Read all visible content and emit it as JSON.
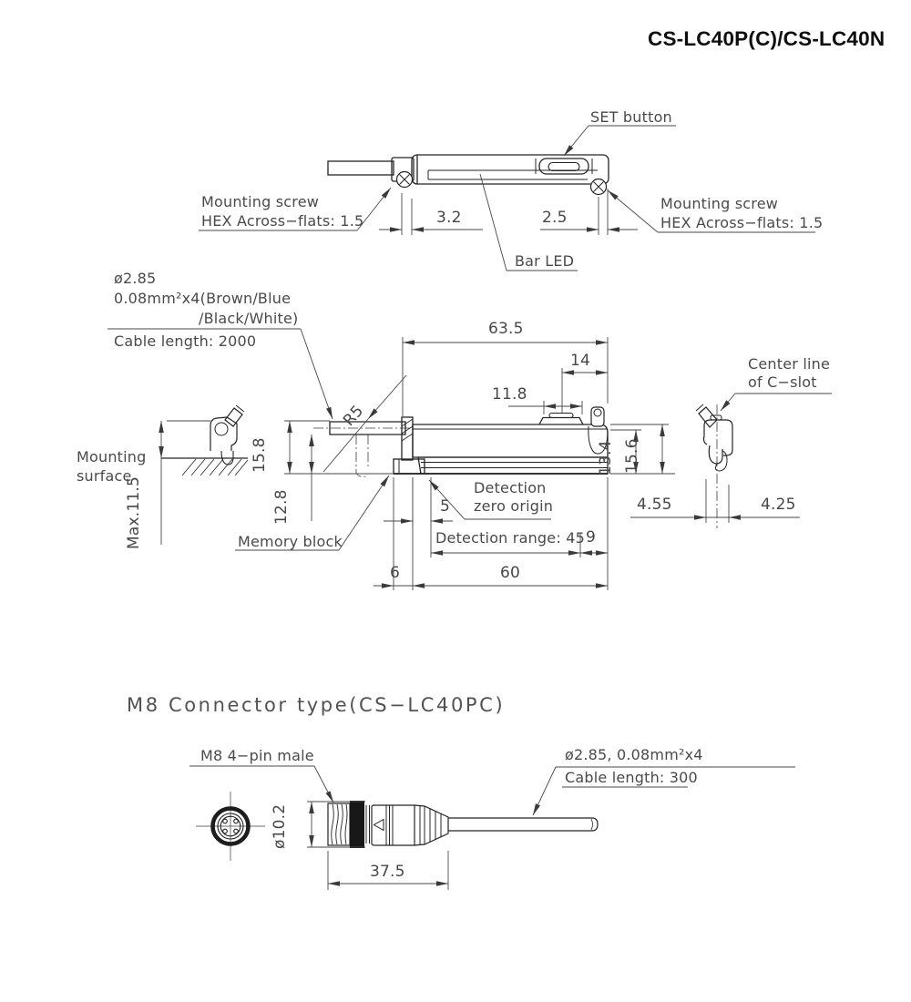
{
  "title": "CS-LC40P(C)/CS-LC40N",
  "top_view": {
    "set_button": "SET button",
    "mount_screw_line1": "Mounting screw",
    "mount_screw_line2": "HEX Across−flats: 1.5",
    "dim_left": "3.2",
    "dim_right": "2.5",
    "bar_led": "Bar LED"
  },
  "side_view": {
    "cable_dia": "ø2.85",
    "cable_wires": "0.08mm²x4(Brown/Blue",
    "cable_wires2": "/Black/White)",
    "cable_length": "Cable length: 2000",
    "dim_overall": "63.5",
    "dim_14": "14",
    "dim_118": "11.8",
    "dim_158": "15.8",
    "dim_128": "12.8",
    "dim_max": "Max.11.5",
    "dim_134": "13.4",
    "dim_156": "15.6",
    "dim_455": "4.55",
    "dim_425": "4.25",
    "dim_5": "5",
    "dim_9": "9",
    "dim_6": "6",
    "dim_60": "60",
    "radius": "R5",
    "detection_range": "Detection range: 45",
    "center_line1": "Center line",
    "center_line2": "of C−slot",
    "mounting1": "Mounting",
    "mounting2": "surface",
    "det_zero1": "Detection",
    "det_zero2": "zero origin",
    "memory_block": "Memory block"
  },
  "connector": {
    "heading": "M8 Connector type(CS−LC40PC)",
    "pin_label": "M8 4−pin male",
    "dim_dia": "ø10.2",
    "cable_spec": "ø2.85, 0.08mm²x4",
    "cable_length": "Cable length: 300",
    "dim_length": "37.5"
  }
}
